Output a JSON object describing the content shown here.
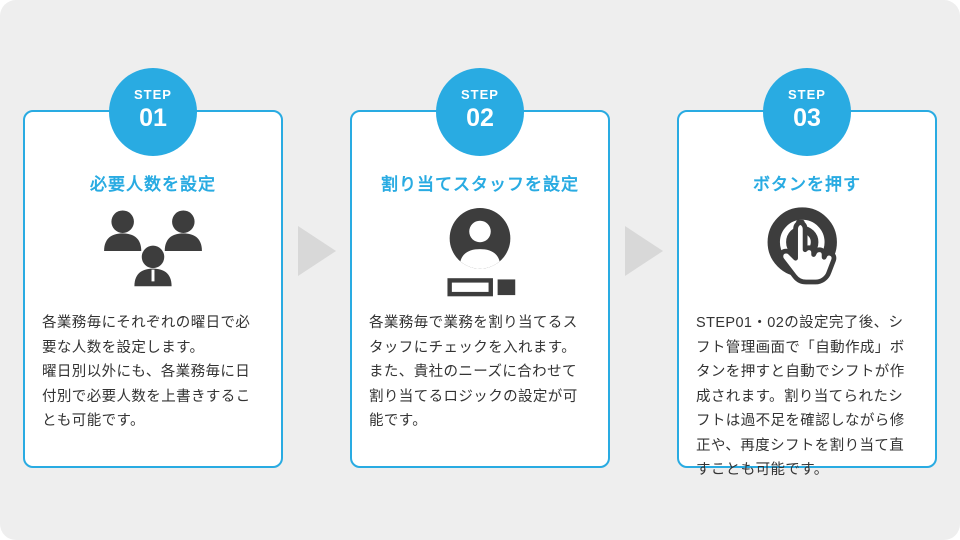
{
  "theme": {
    "panel_background": "#eeeeee",
    "card_background": "#ffffff",
    "accent_blue": "#29abe2",
    "arrow_color": "#d8d8d8",
    "icon_color": "#3d3d3d",
    "body_text_color": "#333333"
  },
  "steps": [
    {
      "badge_label": "STEP",
      "badge_number": "01",
      "title": "必要人数を設定",
      "icon": "people-group-icon",
      "body": "各業務毎にそれぞれの曜日で必要な人数を設定します。\n曜日別以外にも、各業務毎に日付別で必要人数を上書きすることも可能です。"
    },
    {
      "badge_label": "STEP",
      "badge_number": "02",
      "title": "割り当てスタッフを設定",
      "icon": "staff-checkbox-icon",
      "body": "各業務毎で業務を割り当てるスタッフにチェックを入れます。\nまた、貴社のニーズに合わせて割り当てるロジックの設定が可能です。"
    },
    {
      "badge_label": "STEP",
      "badge_number": "03",
      "title": "ボタンを押す",
      "icon": "press-button-icon",
      "body": "STEP01・02の設定完了後、シフト管理画面で「自動作成」ボタンを押すと自動でシフトが作成されます。割り当てられたシフトは過不足を確認しながら修正や、再度シフトを割り当て直すことも可能です。"
    }
  ]
}
